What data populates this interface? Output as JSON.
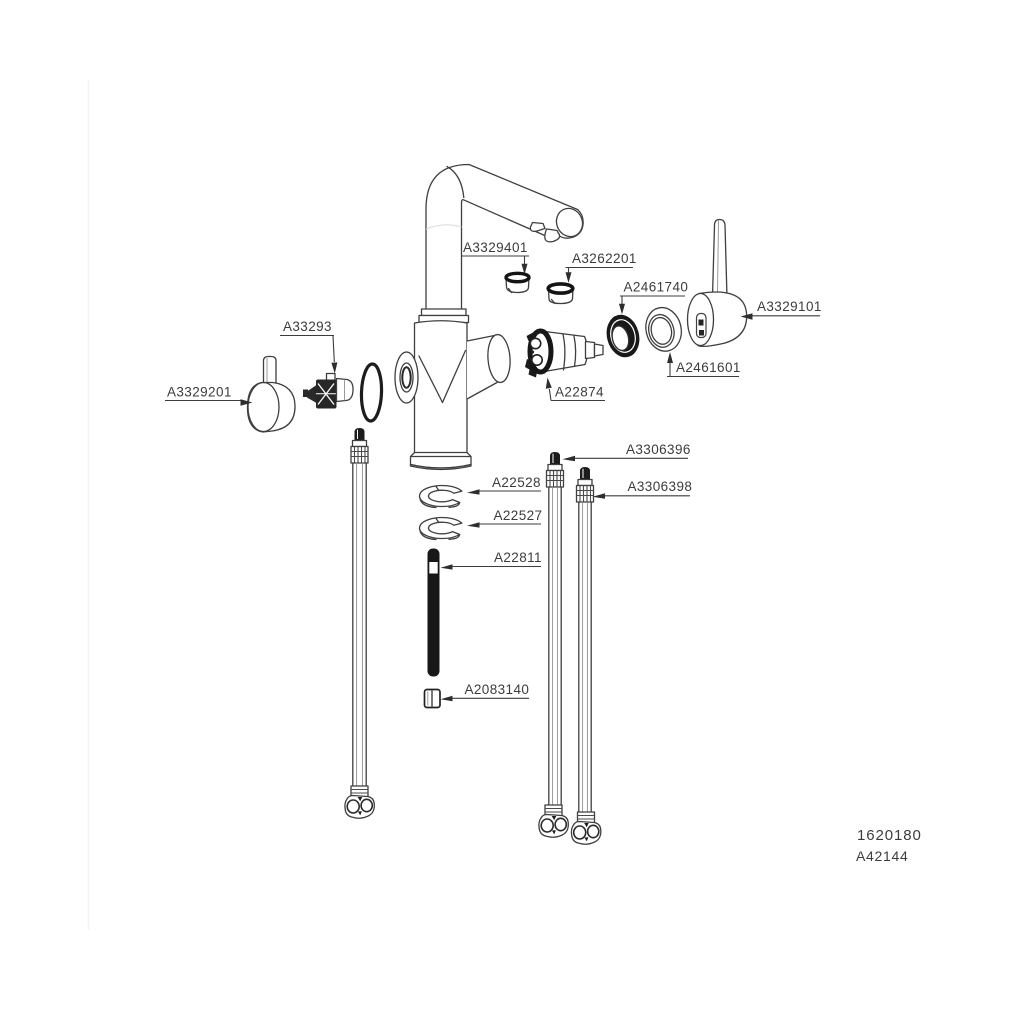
{
  "colors": {
    "line": "#3f3f3f",
    "dark_fill": "#1b1b1b",
    "background": "#ffffff"
  },
  "parts": [
    {
      "id": "A3329401"
    },
    {
      "id": "A3262201"
    },
    {
      "id": "A2461740"
    },
    {
      "id": "A3329101"
    },
    {
      "id": "A2461601"
    },
    {
      "id": "A22874"
    },
    {
      "id": "A33293"
    },
    {
      "id": "A3329201"
    },
    {
      "id": "A22528"
    },
    {
      "id": "A22527"
    },
    {
      "id": "A22811"
    },
    {
      "id": "A3306396"
    },
    {
      "id": "A3306398"
    },
    {
      "id": "A2083140"
    }
  ],
  "footer": {
    "drawing_number": "1620180",
    "model_number": "A42144"
  }
}
